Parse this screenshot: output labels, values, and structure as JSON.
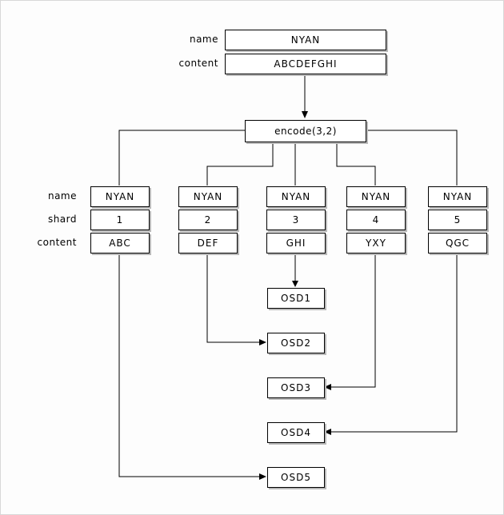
{
  "object": {
    "name_label": "name",
    "name_value": "NYAN",
    "content_label": "content",
    "content_value": "ABCDEFGHI"
  },
  "encode": {
    "label": "encode(3,2)"
  },
  "row_labels": {
    "name": "name",
    "shard": "shard",
    "content": "content"
  },
  "shards": [
    {
      "name": "NYAN",
      "shard": "1",
      "content": "ABC"
    },
    {
      "name": "NYAN",
      "shard": "2",
      "content": "DEF"
    },
    {
      "name": "NYAN",
      "shard": "3",
      "content": "GHI"
    },
    {
      "name": "NYAN",
      "shard": "4",
      "content": "YXY"
    },
    {
      "name": "NYAN",
      "shard": "5",
      "content": "QGC"
    }
  ],
  "osds": [
    {
      "label": "OSD1"
    },
    {
      "label": "OSD2"
    },
    {
      "label": "OSD3"
    },
    {
      "label": "OSD4"
    },
    {
      "label": "OSD5"
    }
  ],
  "edges": {
    "object_to": "encode(3,2)",
    "shard_to_osd": [
      {
        "from_shard": "1",
        "to": "OSD5"
      },
      {
        "from_shard": "2",
        "to": "OSD2"
      },
      {
        "from_shard": "3",
        "to": "OSD1"
      },
      {
        "from_shard": "4",
        "to": "OSD3"
      },
      {
        "from_shard": "5",
        "to": "OSD4"
      }
    ]
  },
  "colors": {
    "box_border": "#000000",
    "box_fill": "#ffffff",
    "shadow": "#b9b9b9",
    "background": "#fdfdfd"
  }
}
